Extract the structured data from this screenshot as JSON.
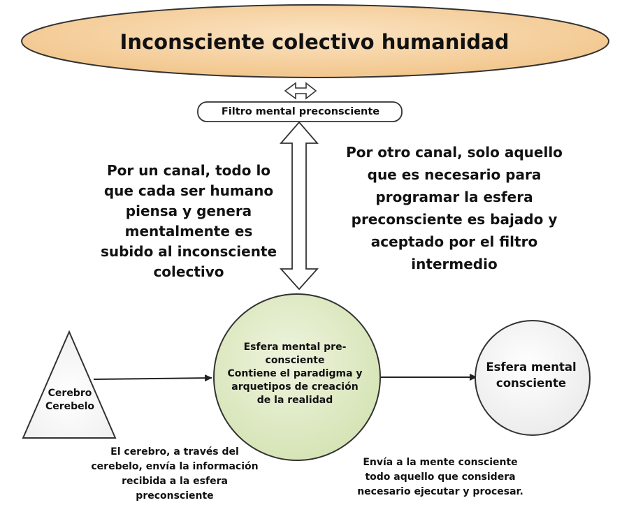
{
  "title": "Inconsciente colectivo humanidad",
  "filter_label": "Filtro mental preconsciente",
  "left_text": [
    "Por un canal, todo lo",
    "que cada ser humano",
    "piensa y genera",
    "mentalmente es",
    "subido al inconsciente",
    "colectivo"
  ],
  "right_text": [
    "Por otro canal, solo aquello",
    "que es necesario para",
    "programar la esfera",
    "preconsciente es bajado y",
    "aceptado por el filtro",
    "intermedio"
  ],
  "preconscious_sphere": [
    "Esfera mental pre-",
    "consciente",
    "Contiene el paradigma y",
    "arquetipos de creación",
    "de la realidad"
  ],
  "conscious_sphere": [
    "Esfera mental",
    "consciente"
  ],
  "brain": [
    "Cerebro",
    "Cerebelo"
  ],
  "brain_note": [
    "El cerebro, a través del",
    "cerebelo, envía la información",
    "recibida a la esfera",
    "preconsciente"
  ],
  "conscious_note": [
    "Envía a la mente consciente",
    "todo aquello que considera",
    "necesario ejecutar y procesar."
  ],
  "colors": {
    "title_fill": "#f6d2a2",
    "preconscious_fill": "#e3edcc",
    "conscious_fill": "#f6f6f6",
    "stroke": "#333333"
  }
}
